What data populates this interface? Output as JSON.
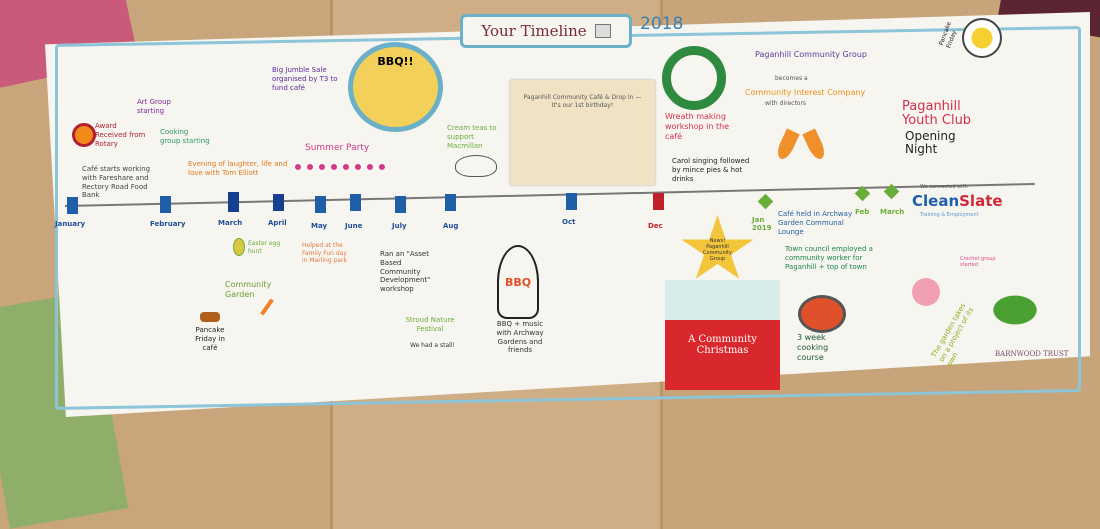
{
  "title": "Your Timeline",
  "year": "2018",
  "months": [
    "January",
    "February",
    "March",
    "April",
    "May",
    "June",
    "July",
    "Aug",
    "Oct",
    "Dec"
  ],
  "months_2019": [
    "Jan 2019",
    "Feb",
    "March"
  ],
  "events": {
    "award": "Award Received from Rotary",
    "cafe_starts": "Café starts working with Fareshare and Rectory Road Food Bank",
    "art_group": "Art Group starting",
    "cooking_group": "Cooking group starting",
    "evening": "Evening of laughter, life and love with Tom Elliott",
    "jumble": "Big Jumble Sale organised by T3 to fund café",
    "bbq_poster": "BBQ!!",
    "summer_party": "Summer Party",
    "cream_teas": "Cream teas to support Macmillan",
    "birthday": "Paganhill Community Café & Drop In — It's our 1st birthday!",
    "wreath": "Wreath making workshop in the café",
    "carol": "Carol singing followed by mince pies & hot drinks",
    "cic_1": "Paganhill Community Group",
    "cic_2": "becomes a",
    "cic_3": "Community Interest Company",
    "cic_4": "with directors",
    "pancake_top": "Pancake Friday",
    "youth": "Paganhill Youth Club",
    "opening": "Opening Night",
    "cafe_held": "Café held in Archway Garden Communal Lounge",
    "cleanslate_pre": "We connected with",
    "clean": "Clean",
    "slate": "Slate",
    "cleanslate_sub": "Training & Employment",
    "easter": "Easter egg hunt",
    "family_fun": "Helped at the Family Fun day in Marling park",
    "community_garden": "Community Garden",
    "abcd": "Ran an \"Asset Based Community Development\" workshop",
    "stroud": "Stroud Nature Festival",
    "stall": "We had a stall!",
    "bbq": "BBQ",
    "bbq_music": "BBQ + music with Archway Gardens and friends",
    "pancake": "Pancake Friday in café",
    "star": "News! Paganhill Community Group",
    "christmas": "A Community Christmas",
    "town_council": "Town council employed a community worker for Paganhill + top of town",
    "cooking_course": "3 week cooking course",
    "crochet": "Crochet group started",
    "garden_project": "The garden takes on a project of its own",
    "barnwood": "Barnwood Trust"
  },
  "colors": {
    "month": "#1f5fa8",
    "dec": "#c0202a",
    "diamond": "#6aae3a",
    "frame": "#8cc4d8"
  }
}
